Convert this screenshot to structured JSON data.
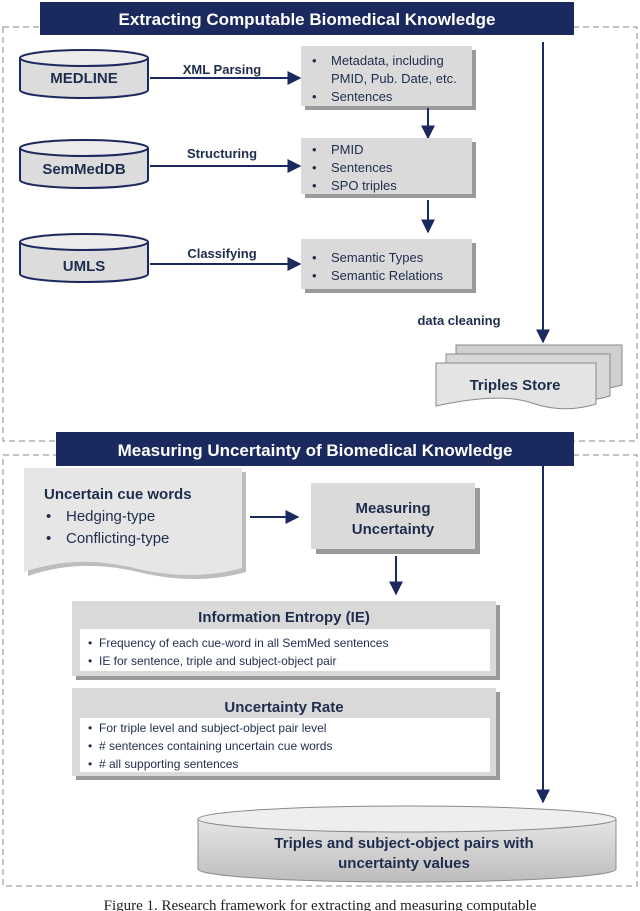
{
  "sections": {
    "top_title": "Extracting Computable Biomedical Knowledge",
    "bottom_title": "Measuring Uncertainty of Biomedical Knowledge"
  },
  "sources": {
    "medline": "MEDLINE",
    "semmeddb": "SemMedDB",
    "umls": "UMLS"
  },
  "edges": {
    "xml_parsing": "XML Parsing",
    "structuring": "Structuring",
    "classifying": "Classifying",
    "data_cleaning": "data cleaning"
  },
  "boxes": {
    "metadata": [
      "Metadata, including",
      "PMID, Pub. Date, etc.",
      "Sentences"
    ],
    "semmed": [
      "PMID",
      "Sentences",
      "SPO triples"
    ],
    "umls_out": [
      "Semantic Types",
      "Semantic Relations"
    ]
  },
  "triples_store": "Triples Store",
  "cue_words": {
    "title": "Uncertain cue words",
    "items": [
      "Hedging-type",
      "Conflicting-type"
    ]
  },
  "measuring": [
    "Measuring",
    "Uncertainty"
  ],
  "information_entropy": {
    "title": "Information Entropy (IE)",
    "items": [
      "Frequency of each cue-word in all SemMed sentences",
      "IE for sentence, triple and subject-object pair"
    ]
  },
  "uncertainty_rate": {
    "title": "Uncertainty Rate",
    "items": [
      "For triple level and subject-object pair level",
      "# sentences containing uncertain cue words",
      "# all supporting sentences"
    ]
  },
  "output": [
    "Triples and subject-object pairs with",
    "uncertainty values"
  ],
  "caption": "Figure 1. Research framework for extracting and measuring computable",
  "colors": {
    "navy": "#1b2a5e",
    "box_fill": "#dadada",
    "box_shadow": "#9a9a9a",
    "text": "#1f2d4d"
  }
}
